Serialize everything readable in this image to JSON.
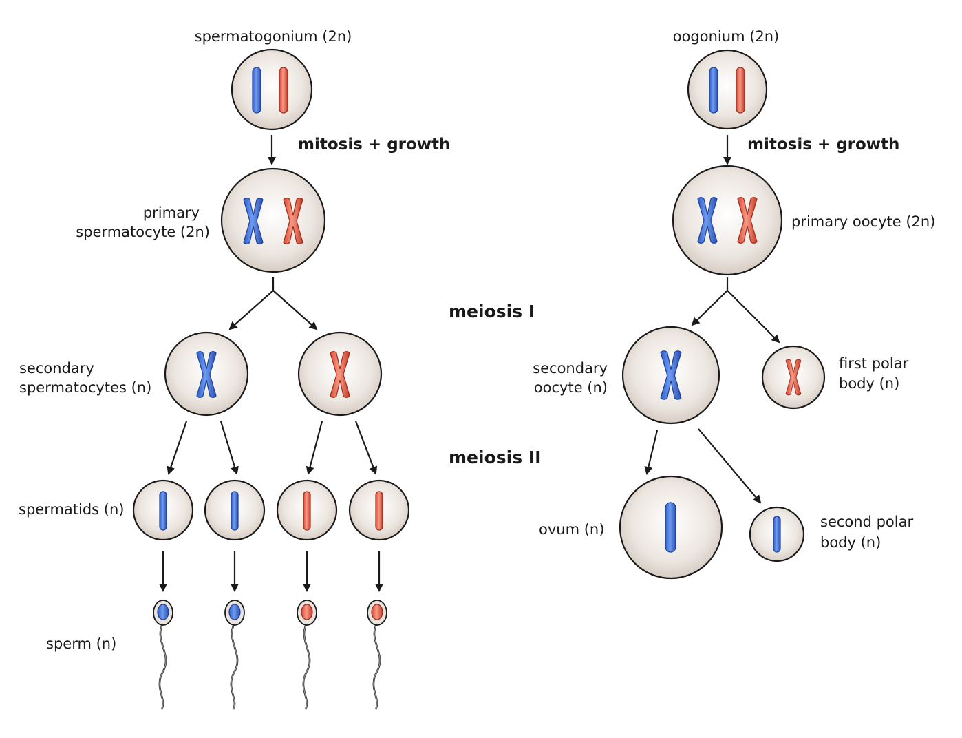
{
  "labels": {
    "spermatogonium": "spermatogonium (2n)",
    "primary_spermatocyte_line1": "primary",
    "primary_spermatocyte_line2": "spermatocyte (2n)",
    "secondary_spermatocytes_line1": "secondary",
    "secondary_spermatocytes_line2": "spermatocytes (n)",
    "spermatids": "spermatids (n)",
    "sperm": "sperm (n)",
    "oogonium": "oogonium (2n)",
    "primary_oocyte": "primary oocyte (2n)",
    "secondary_oocyte_line1": "secondary",
    "secondary_oocyte_line2": "oocyte (n)",
    "first_polar_body_line1": "first polar",
    "first_polar_body_line2": "body (n)",
    "ovum": "ovum (n)",
    "second_polar_body_line1": "second polar",
    "second_polar_body_line2": "body (n)"
  },
  "steps": {
    "mitosis_growth_left": "mitosis + growth",
    "mitosis_growth_right": "mitosis + growth"
  },
  "stages": {
    "meiosis_1": "meiosis I",
    "meiosis_2": "meiosis II"
  },
  "colors": {
    "maternal_chromosome": "#3b6fd8",
    "paternal_chromosome": "#e8604a",
    "cell_fill": "#e6dfd8",
    "outline": "#1a1a1a"
  }
}
